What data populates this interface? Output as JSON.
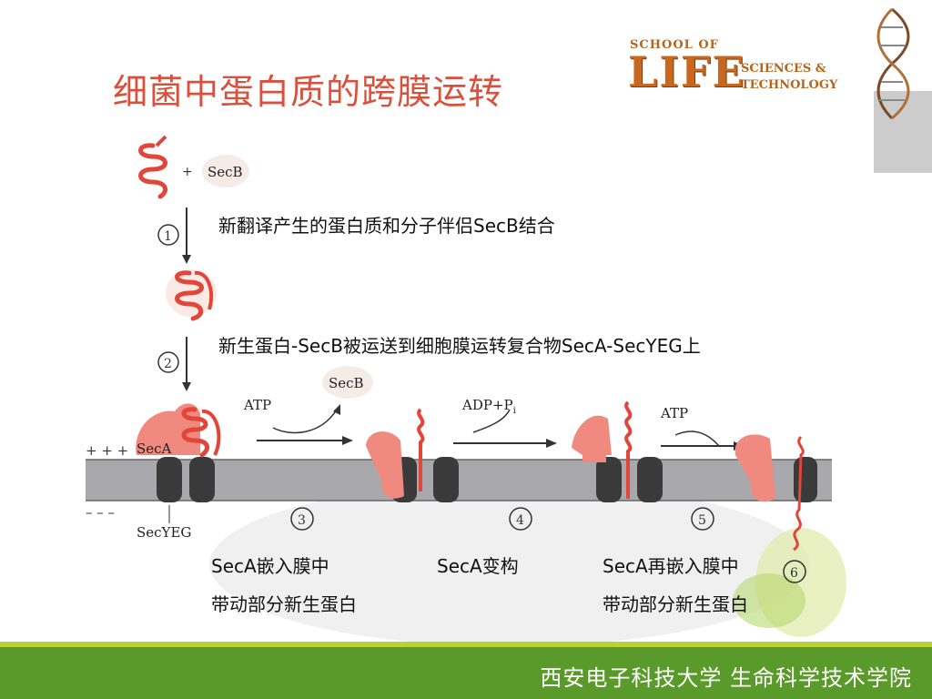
{
  "title": "细菌中蛋白质的跨膜运转",
  "logo": {
    "school": "SCHOOL OF",
    "life": "LIFE",
    "sciences": "SCIENCES &",
    "technology": "TECHNOLOGY"
  },
  "diagram": {
    "secb_top": "SecB",
    "secb_released": "SecB",
    "seca": "SecA",
    "secyeg": "SecYEG",
    "atp_1": "ATP",
    "adp_pi": "ADP+P",
    "adp_sub": "i",
    "atp_2": "ATP",
    "plus_signs": "+ + +",
    "minus_signs": "– – –",
    "plus_small": "+",
    "step1": "1",
    "step2": "2",
    "step3": "3",
    "step4": "4",
    "step5": "5",
    "step6": "6"
  },
  "annotations": {
    "step1": "新翻译产生的蛋白质和分子伴侣SecB结合",
    "step2": "新生蛋白-SecB被运送到细胞膜运转复合物SecA-SecYEG上",
    "step3_line1": "SecA嵌入膜中",
    "step3_line2": "带动部分新生蛋白",
    "step4": "SecA变构",
    "step5_line1": "SecA再嵌入膜中",
    "step5_line2": "带动部分新生蛋白"
  },
  "footer": "西安电子科技大学  生命科学技术学院",
  "colors": {
    "title": "#d9503c",
    "protein": "#e2453a",
    "seca": "#f08a7e",
    "membrane": "#a8a8ad",
    "footer_bg": "#5a9a2a",
    "footer_line": "#b8d432"
  }
}
